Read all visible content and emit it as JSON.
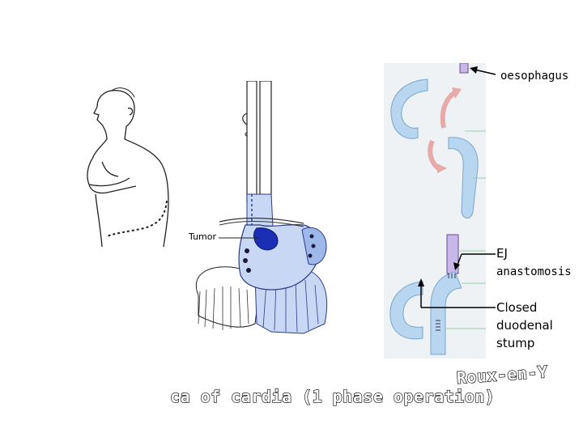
{
  "labels": {
    "oesophagus": "oesophagus",
    "ej": "EJ",
    "anastomosis": "anastomosis",
    "closed_line1": "Closed",
    "closed_line2": "duodenal",
    "closed_line3": "stump",
    "tumor": "Tumor"
  },
  "captions": {
    "left": "ca of cardia (1 phase operation)",
    "right": "Roux-en-Y"
  },
  "colors": {
    "organ_blue": "#c8d8f4",
    "organ_stroke": "#2b3b8a",
    "tumor": "#1a2fb3",
    "panel_bg": "#eef2f4",
    "intestine_blue": "#b8d6f0",
    "pink_arrow": "#e8a9aa",
    "oesophagus_purple": "#c8b8e8"
  }
}
